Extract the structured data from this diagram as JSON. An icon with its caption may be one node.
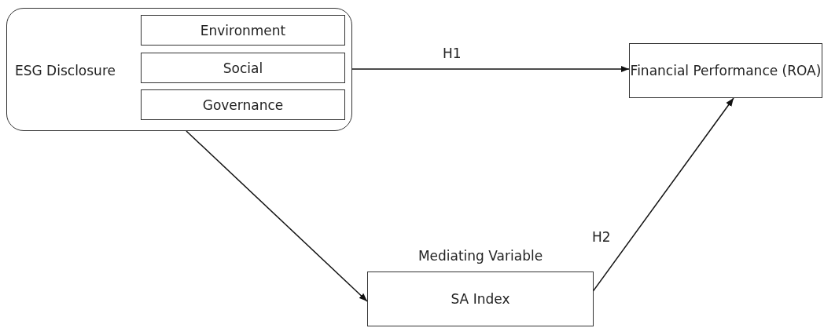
{
  "diagram": {
    "nodes": [
      {
        "text": [
          "ESG Disclosure"
        ]
      },
      {
        "text": [
          "Environment"
        ],
        "in": 0
      },
      {
        "text": [
          "Social"
        ],
        "in": 0
      },
      {
        "text": [
          "Governance"
        ],
        "in": 0
      },
      {
        "text": [
          "Financial Performance (ROA)"
        ]
      },
      {
        "text": [
          "SA Index"
        ],
        "beside": [
          "Mediating Variable"
        ]
      }
    ],
    "edges": [
      {
        "from": 0,
        "to": 4,
        "arrow": "to",
        "label": "H1"
      },
      {
        "from": 0,
        "to": 5,
        "arrow": "to"
      },
      {
        "from": 5,
        "to": 4,
        "arrow": "to",
        "label": "H2"
      }
    ]
  }
}
